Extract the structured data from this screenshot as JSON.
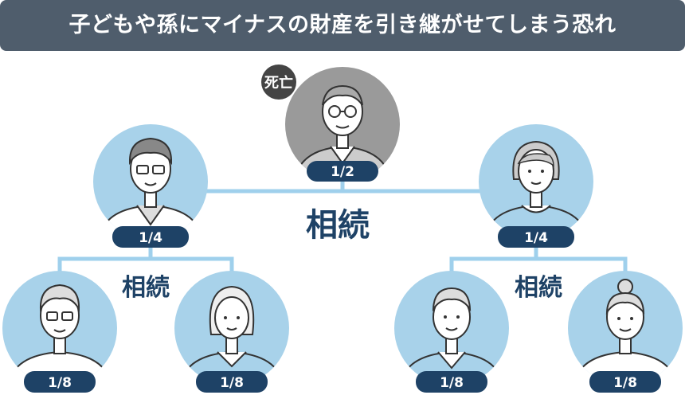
{
  "header": {
    "title": "子どもや孫にマイナスの財産を引き継がせてしまう恐れ"
  },
  "deceased_badge": "死亡",
  "inheritance_labels": {
    "main": "相続",
    "left": "相続",
    "right": "相続"
  },
  "people": [
    {
      "role": "deceased",
      "share": "1/2",
      "deceased": true
    },
    {
      "role": "child-left",
      "share": "1/4"
    },
    {
      "role": "child-right",
      "share": "1/4"
    },
    {
      "role": "grandchild-1",
      "share": "1/8"
    },
    {
      "role": "grandchild-2",
      "share": "1/8"
    },
    {
      "role": "grandchild-3",
      "share": "1/8"
    },
    {
      "role": "grandchild-4",
      "share": "1/8"
    }
  ],
  "colors": {
    "header_bg": "#4f5d6c",
    "circle": "#a8d2ea",
    "deceased_circle": "#9a9a9a",
    "connector": "#9fd0ec",
    "badge": "#1e4266",
    "label": "#1e4266",
    "death_badge": "#444444"
  }
}
